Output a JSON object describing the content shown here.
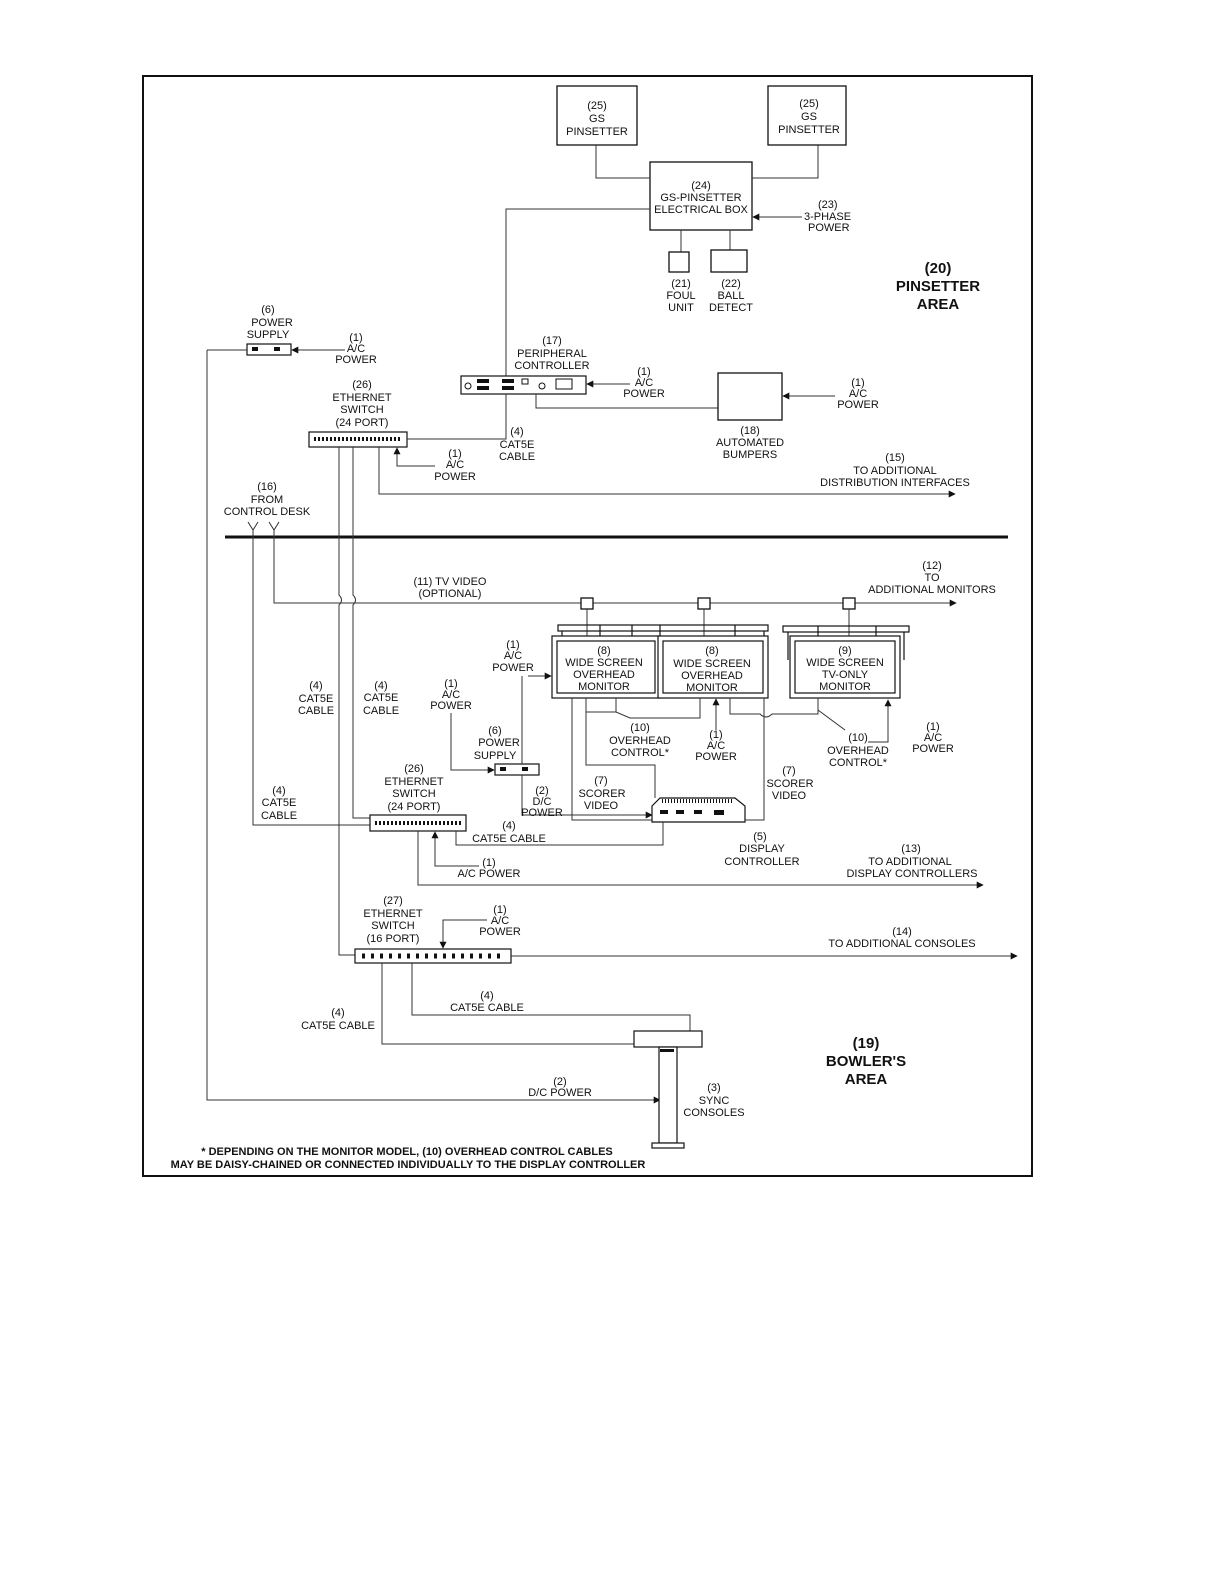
{
  "areas": {
    "pinsetter": {
      "num": "(20)",
      "line1": "PINSETTER",
      "line2": "AREA"
    },
    "bowlers": {
      "num": "(19)",
      "line1": "BOWLER'S",
      "line2": "AREA"
    }
  },
  "top": {
    "pinsetter_left": [
      "(25)",
      "GS",
      "PINSETTER"
    ],
    "pinsetter_right": [
      "(25)",
      "GS",
      "PINSETTER"
    ],
    "electrical_box": [
      "(24)",
      "GS-PINSETTER",
      "ELECTRICAL BOX"
    ],
    "three_phase": [
      "(23)",
      "3-PHASE",
      "POWER"
    ],
    "foul_unit": [
      "(21)",
      "FOUL",
      "UNIT"
    ],
    "ball_detect": [
      "(22)",
      "BALL",
      "DETECT"
    ],
    "power_supply_6": [
      "(6)",
      "POWER",
      "SUPPLY"
    ],
    "ac_power_ps6": [
      "(1)",
      "A/C",
      "POWER"
    ],
    "peripheral": [
      "(17)",
      "PERIPHERAL",
      "CONTROLLER"
    ],
    "ac_power_peripheral": [
      "(1)",
      "A/C",
      "POWER"
    ],
    "bumpers": [
      "(18)",
      "AUTOMATED",
      "BUMPERS"
    ],
    "ac_power_bumpers": [
      "(1)",
      "A/C",
      "POWER"
    ],
    "ethernet_top": [
      "(26)",
      "ETHERNET",
      "SWITCH",
      "(24 PORT)"
    ],
    "cat5e_top": [
      "(4)",
      "CAT5E",
      "CABLE"
    ],
    "ac_power_eth_top": [
      "(1)",
      "A/C",
      "POWER"
    ],
    "additional_dist": [
      "(15)",
      "TO ADDITIONAL",
      "DISTRIBUTION INTERFACES"
    ],
    "control_desk": [
      "(16)",
      "FROM",
      "CONTROL DESK"
    ]
  },
  "bottom": {
    "tv_video": [
      "(11) TV VIDEO",
      "(OPTIONAL)"
    ],
    "additional_monitors": [
      "(12)",
      "TO",
      "ADDITIONAL MONITORS"
    ],
    "ac_power_mon": [
      "(1)",
      "A/C",
      "POWER"
    ],
    "monitor1": [
      "(8)",
      "WIDE SCREEN",
      "OVERHEAD",
      "MONITOR"
    ],
    "monitor2": [
      "(8)",
      "WIDE SCREEN",
      "OVERHEAD",
      "MONITOR"
    ],
    "monitor3": [
      "(9)",
      "WIDE SCREEN",
      "TV-ONLY",
      "MONITOR"
    ],
    "cat5e_a": [
      "(4)",
      "CAT5E",
      "CABLE"
    ],
    "cat5e_b": [
      "(4)",
      "CAT5E",
      "CABLE"
    ],
    "ac_power_ps6b": [
      "(1)",
      "A/C",
      "POWER"
    ],
    "power_supply_6b": [
      "(6)",
      "POWER",
      "SUPPLY"
    ],
    "overhead_ctrl_1": [
      "(10)",
      "OVERHEAD",
      "CONTROL*"
    ],
    "ac_power_mid": [
      "(1)",
      "A/C",
      "POWER"
    ],
    "overhead_ctrl_2": [
      "(10)",
      "OVERHEAD",
      "CONTROL*"
    ],
    "ac_power_mon3": [
      "(1)",
      "A/C",
      "POWER"
    ],
    "ethernet_mid": [
      "(26)",
      "ETHERNET",
      "SWITCH",
      "(24 PORT)"
    ],
    "cat5e_c": [
      "(4)",
      "CAT5E",
      "CABLE"
    ],
    "dc_power": [
      "(2)",
      "D/C",
      "POWER"
    ],
    "scorer_video_1": [
      "(7)",
      "SCORER",
      "VIDEO"
    ],
    "scorer_video_2": [
      "(7)",
      "SCORER",
      "VIDEO"
    ],
    "cat5e_cable_h": [
      "(4)",
      "CAT5E CABLE"
    ],
    "display_ctrl": [
      "(5)",
      "DISPLAY",
      "CONTROLLER"
    ],
    "ac_power_eth_mid": [
      "(1)",
      "A/C POWER"
    ],
    "additional_display": [
      "(13)",
      "TO ADDITIONAL",
      "DISPLAY CONTROLLERS"
    ],
    "ethernet_16": [
      "(27)",
      "ETHERNET",
      "SWITCH",
      "(16 PORT)"
    ],
    "ac_power_eth16": [
      "(1)",
      "A/C",
      "POWER"
    ],
    "additional_consoles": [
      "(14)",
      "TO ADDITIONAL CONSOLES"
    ],
    "cat5e_d": [
      "(4)",
      "CAT5E CABLE"
    ],
    "cat5e_e": [
      "(4)",
      "CAT5E CABLE"
    ],
    "dc_power_bottom": [
      "(2)",
      "D/C POWER"
    ],
    "sync_consoles": [
      "(3)",
      "SYNC",
      "CONSOLES"
    ]
  },
  "footnote": [
    "* DEPENDING ON THE MONITOR MODEL, (10) OVERHEAD CONTROL CABLES",
    "MAY BE DAISY-CHAINED OR CONNECTED INDIVIDUALLY TO THE DISPLAY CONTROLLER"
  ]
}
